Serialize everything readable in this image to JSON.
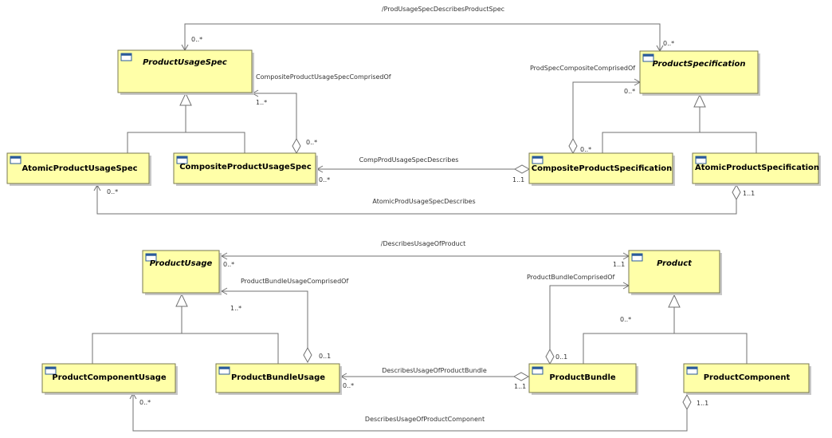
{
  "classes": {
    "product_usage_spec": "ProductUsageSpec",
    "product_specification": "ProductSpecification",
    "atomic_product_usage_spec": "AtomicProductUsageSpec",
    "composite_product_usage_spec": "CompositeProductUsageSpec",
    "composite_product_specification": "CompositeProductSpecification",
    "atomic_product_specification": "AtomicProductSpecification",
    "product_usage": "ProductUsage",
    "product": "Product",
    "product_component_usage": "ProductComponentUsage",
    "product_bundle_usage": "ProductBundleUsage",
    "product_bundle": "ProductBundle",
    "product_component": "ProductComponent"
  },
  "associations": {
    "prod_usage_spec_describes_product_spec": {
      "name": "/ProdUsageSpecDescribesProductSpec",
      "source_mult": "0..*",
      "target_mult": "0..*"
    },
    "composite_product_usage_spec_comprised_of": {
      "name": "CompositeProductUsageSpecComprisedOf",
      "part_mult": "1..*",
      "whole_mult": "0..*"
    },
    "prod_spec_composite_comprised_of": {
      "name": "ProdSpecCompositeComprisedOf",
      "part_mult": "0..*",
      "whole_mult": "0..*"
    },
    "comp_prod_usage_spec_describes": {
      "name": "CompProdUsageSpecDescribes",
      "source_mult": "0..*",
      "target_mult": "1..1"
    },
    "atomic_prod_usage_spec_describes": {
      "name": "AtomicProdUsageSpecDescribes",
      "source_mult": "0..*",
      "target_mult": "1..1"
    },
    "describes_usage_of_product": {
      "name": "/DescribesUsageOfProduct",
      "source_mult": "0..*",
      "target_mult": "1..1"
    },
    "product_bundle_usage_comprised_of": {
      "name": "ProductBundleUsageComprisedOf",
      "part_mult": "1..*",
      "whole_mult": "0..1"
    },
    "product_bundle_comprised_of": {
      "name": "ProductBundleComprisedOf",
      "part_mult": "0..*",
      "whole_mult": "0..1"
    },
    "describes_usage_of_product_bundle": {
      "name": "DescribesUsageOfProductBundle",
      "source_mult": "0..*",
      "target_mult": "1..1"
    },
    "describes_usage_of_product_component": {
      "name": "DescribesUsageOfProductComponent",
      "source_mult": "0..*",
      "target_mult": "1..1"
    }
  }
}
